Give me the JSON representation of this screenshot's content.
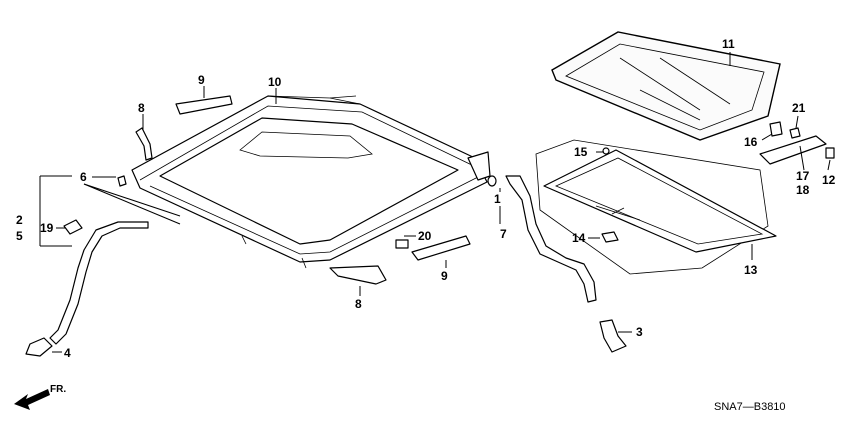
{
  "diagram_code": "SNA7—B3810",
  "direction_label": "FR.",
  "callouts": {
    "c1": "1",
    "c2": "2",
    "c3": "3",
    "c4": "4",
    "c5": "5",
    "c6": "6",
    "c7": "7",
    "c8a": "8",
    "c8b": "8",
    "c9a": "9",
    "c9b": "9",
    "c10": "10",
    "c11": "11",
    "c12": "12",
    "c13": "13",
    "c14": "14",
    "c15": "15",
    "c16": "16",
    "c17": "17",
    "c18": "18",
    "c19": "19",
    "c20": "20",
    "c21": "21"
  }
}
